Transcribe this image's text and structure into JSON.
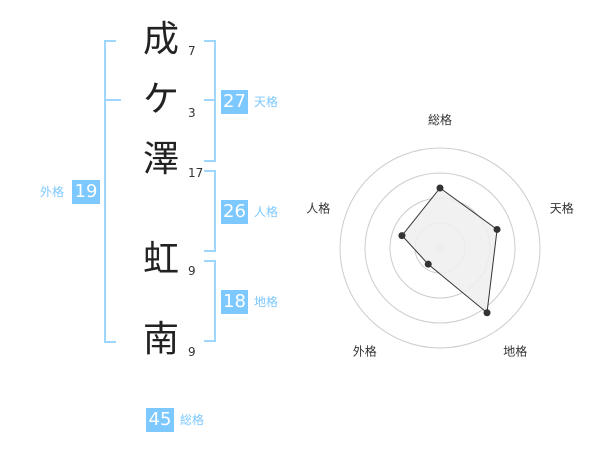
{
  "name": {
    "chars": [
      "成",
      "ケ",
      "澤",
      "虹",
      "南"
    ],
    "strokes": [
      "7",
      "3",
      "17",
      "9",
      "9"
    ]
  },
  "fortune": {
    "tenkaku": {
      "value": "27",
      "label": "天格"
    },
    "jinkaku": {
      "value": "26",
      "label": "人格"
    },
    "chikaku": {
      "value": "18",
      "label": "地格"
    },
    "gaikaku": {
      "value": "19",
      "label": "外格"
    },
    "soukaku": {
      "value": "45",
      "label": "総格"
    }
  },
  "chart_data": {
    "type": "radar",
    "axes": [
      "総格",
      "天格",
      "地格",
      "外格",
      "人格"
    ],
    "values": [
      3,
      3,
      4,
      1,
      2
    ],
    "max": 5,
    "grid_rings": 4,
    "colors": {
      "fill": "#eeeeee",
      "line": "#333333",
      "grid": "#cccccc"
    }
  }
}
